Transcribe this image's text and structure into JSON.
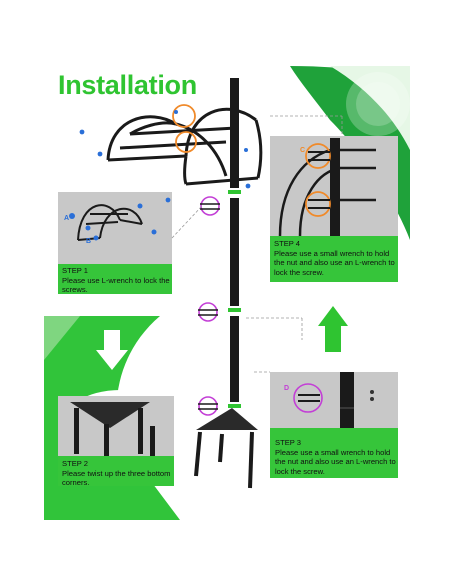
{
  "title": "Installation",
  "colors": {
    "brand_green": "#2fc431",
    "dark_green": "#1c8a2e",
    "highlight_orange": "#f08a2a",
    "highlight_magenta": "#c33fd6",
    "marker_blue": "#2a6fd8",
    "rack_black": "#1a1a1a",
    "photo_gray": "#c8c8c8"
  },
  "steps": [
    {
      "id": "step1",
      "heading": "STEP 1",
      "text": "Please use L-wrench to lock the screws."
    },
    {
      "id": "step2",
      "heading": "STEP 2",
      "text": "Please twist up the three bottom corners."
    },
    {
      "id": "step3",
      "heading": "STEP 3",
      "text": "Please use a small wrench to hold the nut and also use an L-wrench to lock the screw."
    },
    {
      "id": "step4",
      "heading": "STEP 4",
      "text": "Please use a small wrench to hold the nut and also use an L-wrench to lock the screw."
    }
  ],
  "markers": {
    "a": "A",
    "b": "B",
    "c": "C",
    "d": "D"
  },
  "icons": {
    "down_arrow": "arrow-down-icon",
    "up_arrow": "arrow-up-icon"
  }
}
